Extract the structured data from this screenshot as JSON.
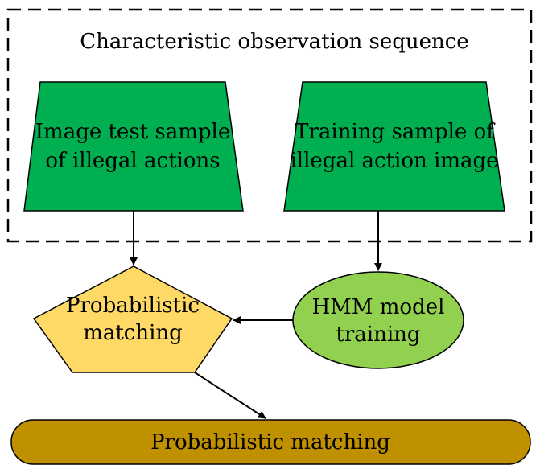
{
  "group": {
    "title": "Characteristic observation sequence"
  },
  "nodes": {
    "test_sample": {
      "line1": "Image test sample",
      "line2": "of illegal actions",
      "fill": "#00b050"
    },
    "training_sample": {
      "line1": "Training sample of",
      "line2": "illegal action image",
      "fill": "#00b050"
    },
    "matching_pentagon": {
      "line1": "Probabilistic",
      "line2": "matching",
      "fill": "#ffd966"
    },
    "hmm_training": {
      "line1": "HMM model",
      "line2": "training",
      "fill": "#92d050"
    },
    "result_bar": {
      "label": "Probabilistic matching",
      "fill": "#bf9000"
    }
  }
}
